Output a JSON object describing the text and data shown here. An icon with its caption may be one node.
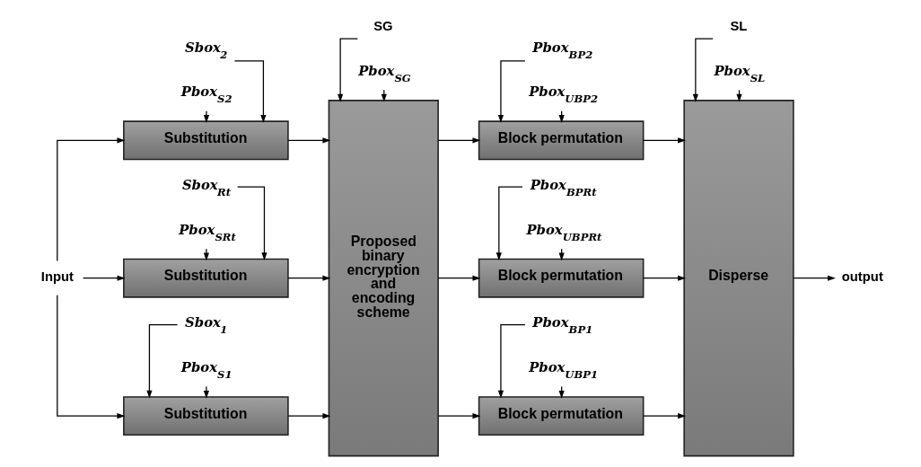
{
  "diagram": {
    "nodes": [
      {
        "text": [
          "Input"
        ]
      },
      {
        "text": [
          "Sbox$_{1}$"
        ]
      },
      {
        "text": [
          "Pbox$_{S1}$"
        ]
      },
      {
        "text": [
          "Substitution"
        ]
      },
      {
        "text": [
          "Sbox$_{2}$"
        ]
      },
      {
        "text": [
          "Pbox$_{S2}$"
        ]
      },
      {
        "text": [
          "Substitution"
        ]
      },
      {
        "text": [
          "Sbox$_{Rt}$"
        ]
      },
      {
        "text": [
          "Pbox$_{SRt}$"
        ]
      },
      {
        "text": [
          "Substitution"
        ]
      },
      {
        "text": [
          "SG"
        ]
      },
      {
        "text": [
          "Pbox$_{SG}$"
        ]
      },
      {
        "text": [
          "Proposed binary encryption and encoding scheme"
        ]
      },
      {
        "text": [
          "Pbox$_{BP1}$"
        ]
      },
      {
        "text": [
          "Pbox$_{UBP1}$"
        ]
      },
      {
        "text": [
          "Block permutation"
        ]
      },
      {
        "text": [
          "Pbox$_{BP2}$"
        ]
      },
      {
        "text": [
          "Pbox$_{UBP2}$"
        ]
      },
      {
        "text": [
          "Block permutation"
        ]
      },
      {
        "text": [
          "Pbox$_{BPRt}$"
        ]
      },
      {
        "text": [
          "Pbox$_{UBPRt}$"
        ]
      },
      {
        "text": [
          "Block permutation"
        ]
      },
      {
        "text": [
          "SL"
        ]
      },
      {
        "text": [
          "Pbox$_{SL}$"
        ]
      },
      {
        "text": [
          "Disperse"
        ]
      },
      {
        "text": [
          "output"
        ]
      }
    ],
    "edges": [
      {
        "from": 0,
        "to": 3,
        "arrow": "to"
      },
      {
        "from": 0,
        "to": 6,
        "arrow": "to"
      },
      {
        "from": 0,
        "to": 9,
        "arrow": "to"
      },
      {
        "from": 1,
        "to": 3,
        "arrow": "to"
      },
      {
        "from": 2,
        "to": 3,
        "arrow": "to"
      },
      {
        "from": 4,
        "to": 6,
        "arrow": "to"
      },
      {
        "from": 5,
        "to": 6,
        "arrow": "to"
      },
      {
        "from": 7,
        "to": 9,
        "arrow": "to"
      },
      {
        "from": 8,
        "to": 9,
        "arrow": "to"
      },
      {
        "from": 3,
        "to": 12,
        "arrow": "to"
      },
      {
        "from": 6,
        "to": 12,
        "arrow": "to"
      },
      {
        "from": 9,
        "to": 12,
        "arrow": "to"
      },
      {
        "from": 10,
        "to": 12,
        "arrow": "to"
      },
      {
        "from": 11,
        "to": 12,
        "arrow": "to"
      },
      {
        "from": 12,
        "to": 15,
        "arrow": "to"
      },
      {
        "from": 12,
        "to": 18,
        "arrow": "to"
      },
      {
        "from": 12,
        "to": 21,
        "arrow": "to"
      },
      {
        "from": 13,
        "to": 15,
        "arrow": "to"
      },
      {
        "from": 14,
        "to": 15,
        "arrow": "to"
      },
      {
        "from": 16,
        "to": 18,
        "arrow": "to"
      },
      {
        "from": 17,
        "to": 18,
        "arrow": "to"
      },
      {
        "from": 19,
        "to": 21,
        "arrow": "to"
      },
      {
        "from": 20,
        "to": 21,
        "arrow": "to"
      },
      {
        "from": 15,
        "to": 24,
        "arrow": "to"
      },
      {
        "from": 18,
        "to": 24,
        "arrow": "to"
      },
      {
        "from": 21,
        "to": 24,
        "arrow": "to"
      },
      {
        "from": 22,
        "to": 24,
        "arrow": "to"
      },
      {
        "from": 23,
        "to": 24,
        "arrow": "to"
      },
      {
        "from": 24,
        "to": 25,
        "arrow": "to"
      }
    ]
  }
}
